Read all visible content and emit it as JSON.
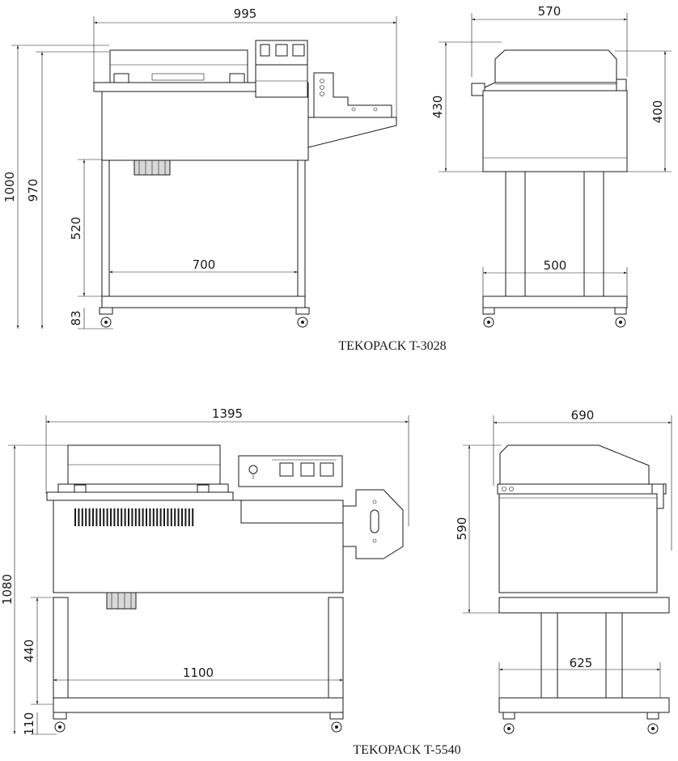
{
  "models": [
    {
      "name": "TEKOPACK T-3028",
      "front": {
        "width": "995",
        "height_total": "1000",
        "height_table": "970",
        "height_stand": "520",
        "height_base": "83",
        "leg_span": "700"
      },
      "side": {
        "width": "570",
        "height_hood": "430",
        "height_body": "400",
        "leg_span": "500"
      }
    },
    {
      "name": "TEKOPACK T-5540",
      "front": {
        "width": "1395",
        "height_total": "1080",
        "height_stand": "440",
        "height_base": "110",
        "leg_span": "1100"
      },
      "side": {
        "width": "690",
        "height_body": "590",
        "leg_span": "625"
      }
    }
  ]
}
